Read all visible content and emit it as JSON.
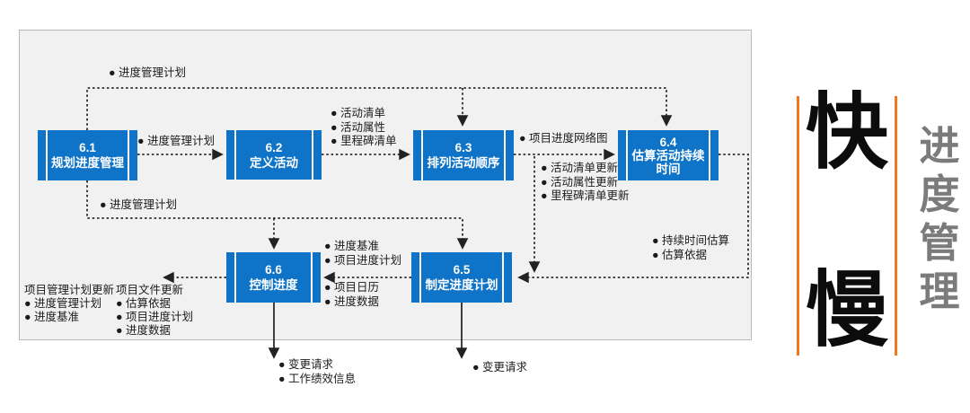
{
  "boxes": [
    {
      "id": "6.1",
      "lines": [
        "6.1",
        "规划进度管理"
      ]
    },
    {
      "id": "6.2",
      "lines": [
        "6.2",
        "定义活动"
      ]
    },
    {
      "id": "6.3",
      "lines": [
        "6.3",
        "排列活动顺序"
      ]
    },
    {
      "id": "6.4",
      "lines": [
        "6.4",
        "估算活动持续",
        "时间"
      ]
    },
    {
      "id": "6.5",
      "lines": [
        "6.5",
        "制定进度计划"
      ]
    },
    {
      "id": "6.6",
      "lines": [
        "6.6",
        "控制进度"
      ]
    }
  ],
  "labels": {
    "top_plan": {
      "items": [
        "● 进度管理计划"
      ]
    },
    "plan_61_to_62": {
      "items": [
        "● 进度管理计划"
      ]
    },
    "out_62": {
      "items": [
        "● 活动清单",
        "● 活动属性",
        "● 里程碑清单"
      ]
    },
    "out_63_network": {
      "items": [
        "● 项目进度网络图"
      ]
    },
    "out_63_updates": {
      "items": [
        "● 活动清单更新",
        "● 活动属性更新",
        "● 里程碑清单更新"
      ]
    },
    "plan_mid": {
      "items": [
        "● 进度管理计划"
      ]
    },
    "out_64": {
      "items": [
        "● 持续时间估算",
        "● 估算依据"
      ]
    },
    "out_65_upper": {
      "items": [
        "● 进度基准",
        "● 项目进度计划"
      ]
    },
    "out_65_lower": {
      "items": [
        "● 项目日历",
        "● 进度数据"
      ]
    },
    "pm_plan_updates": {
      "items": [
        "项目管理计划更新",
        "● 进度管理计划",
        "● 进度基准"
      ]
    },
    "doc_updates": {
      "items": [
        "项目文件更新",
        "● 估算依据",
        "● 项目进度计划",
        "● 进度数据"
      ]
    },
    "out_66_bottom": {
      "items": [
        "● 变更请求",
        "● 工作绩效信息"
      ]
    },
    "out_65_bottom": {
      "items": [
        "● 变更请求"
      ]
    }
  },
  "side": {
    "fast": "快",
    "slow": "慢",
    "vertical_title": "进度管理",
    "vertical_title_chars": [
      "进",
      "度",
      "管",
      "理"
    ]
  },
  "colors": {
    "box_blue": "#0f73c8",
    "panel_bg": "#f1f1f2",
    "panel_border": "#b9b9b9",
    "connector": "#2b2b2b",
    "orange_line": "#f4771b",
    "side_title_gray": "#7b7b7b"
  }
}
